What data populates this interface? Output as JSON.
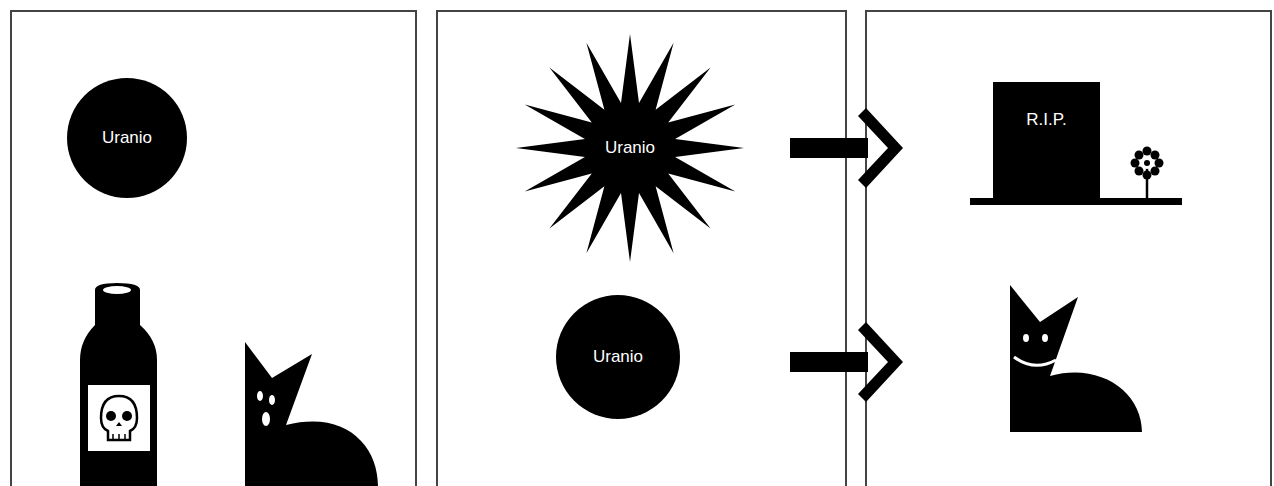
{
  "diagram": {
    "nodes": [
      {
        "text": [
          "Uranio"
        ]
      },
      {
        "text": [
          "Uranio"
        ]
      },
      {
        "text": [
          "Uranio"
        ]
      },
      {
        "text": [
          "R.I.P."
        ]
      }
    ],
    "edges": [
      {
        "from": 1,
        "to": 3,
        "arrow": "to"
      }
    ]
  }
}
